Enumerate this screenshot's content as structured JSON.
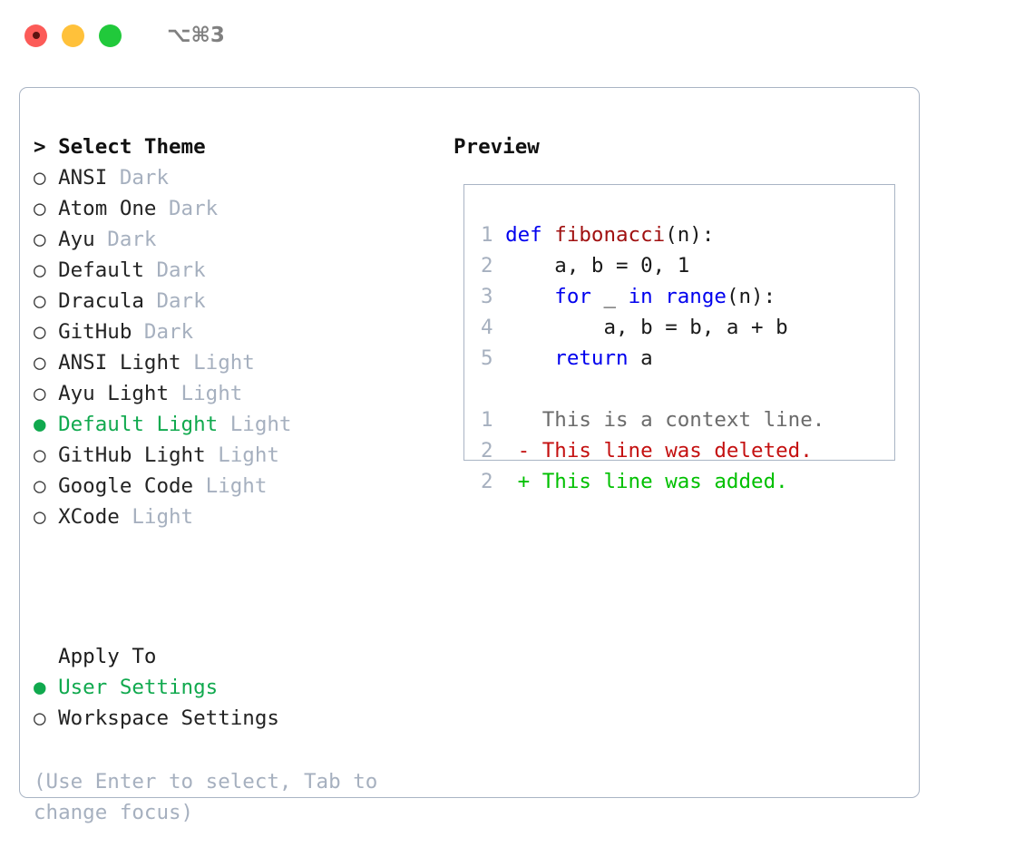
{
  "window": {
    "shortcut_label": "⌥⌘3",
    "traffic_lights": [
      {
        "name": "close",
        "color": "#fc5b58"
      },
      {
        "name": "minimize",
        "color": "#ffc13a"
      },
      {
        "name": "maximize",
        "color": "#21c93b"
      }
    ]
  },
  "theme_panel": {
    "header": "> Select Theme",
    "items": [
      {
        "bullet": "○",
        "name": "ANSI",
        "tag": "Dark",
        "selected": false
      },
      {
        "bullet": "○",
        "name": "Atom One",
        "tag": "Dark",
        "selected": false
      },
      {
        "bullet": "○",
        "name": "Ayu",
        "tag": "Dark",
        "selected": false
      },
      {
        "bullet": "○",
        "name": "Default",
        "tag": "Dark",
        "selected": false
      },
      {
        "bullet": "○",
        "name": "Dracula",
        "tag": "Dark",
        "selected": false
      },
      {
        "bullet": "○",
        "name": "GitHub",
        "tag": "Dark",
        "selected": false
      },
      {
        "bullet": "○",
        "name": "ANSI Light",
        "tag": "Light",
        "selected": false
      },
      {
        "bullet": "○",
        "name": "Ayu Light",
        "tag": "Light",
        "selected": false
      },
      {
        "bullet": "●",
        "name": "Default Light",
        "tag": "Light",
        "selected": true
      },
      {
        "bullet": "○",
        "name": "GitHub Light",
        "tag": "Light",
        "selected": false
      },
      {
        "bullet": "○",
        "name": "Google Code",
        "tag": "Light",
        "selected": false
      },
      {
        "bullet": "○",
        "name": "XCode",
        "tag": "Light",
        "selected": false
      }
    ]
  },
  "apply_to": {
    "label": "  Apply To",
    "options": [
      {
        "bullet": "●",
        "name": "User Settings",
        "selected": true
      },
      {
        "bullet": "○",
        "name": "Workspace Settings",
        "selected": false
      }
    ]
  },
  "hint": {
    "line1": "(Use Enter to select, Tab to",
    "line2": "change focus)"
  },
  "preview": {
    "header": "Preview",
    "code_lines": [
      {
        "num": "1",
        "segments": [
          {
            "text": "def ",
            "style": "kw"
          },
          {
            "text": "fibonacci",
            "style": "fn"
          },
          {
            "text": "(n):",
            "style": "plain"
          }
        ]
      },
      {
        "num": "2",
        "segments": [
          {
            "text": "    a, b = 0, 1",
            "style": "plain"
          }
        ]
      },
      {
        "num": "3",
        "segments": [
          {
            "text": "    ",
            "style": "plain"
          },
          {
            "text": "for",
            "style": "kw"
          },
          {
            "text": " _ ",
            "style": "plain"
          },
          {
            "text": "in",
            "style": "kw"
          },
          {
            "text": " ",
            "style": "plain"
          },
          {
            "text": "range",
            "style": "kw"
          },
          {
            "text": "(n):",
            "style": "plain"
          }
        ]
      },
      {
        "num": "4",
        "segments": [
          {
            "text": "        a, b = b, a + b",
            "style": "plain"
          }
        ]
      },
      {
        "num": "5",
        "segments": [
          {
            "text": "    ",
            "style": "plain"
          },
          {
            "text": "return",
            "style": "kw"
          },
          {
            "text": " a",
            "style": "plain"
          }
        ]
      }
    ],
    "diff_lines": [
      {
        "num": "1",
        "marker": " ",
        "text": "  This is a context line.",
        "style": "diff-ctx"
      },
      {
        "num": "2",
        "marker": "-",
        "text": "- This line was deleted.",
        "style": "diff-del"
      },
      {
        "num": "2",
        "marker": "+",
        "text": "+ This line was added.",
        "style": "diff-add"
      }
    ]
  },
  "colors": {
    "accent_green": "#10a94e",
    "muted": "#a6b0bf",
    "border": "#a9b4c4",
    "keyword_blue": "#0000ee",
    "function_red": "#a01010",
    "diff_added": "#00c000",
    "diff_deleted": "#c41010"
  }
}
